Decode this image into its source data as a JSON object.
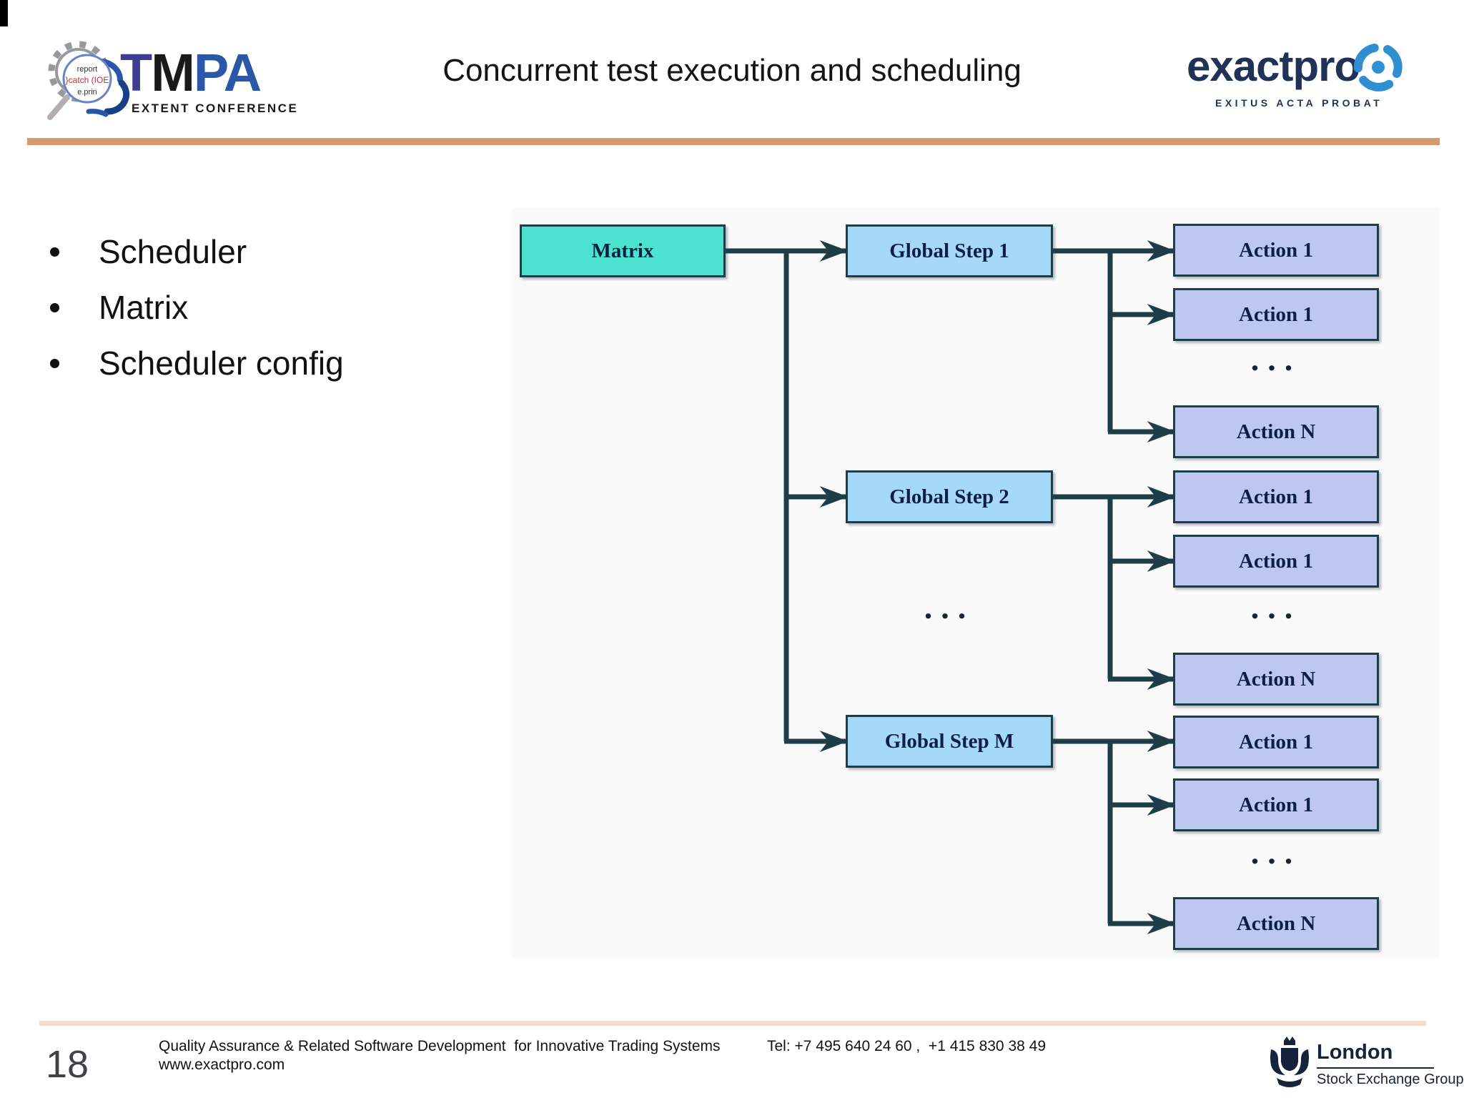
{
  "header": {
    "title": "Concurrent test execution and scheduling",
    "tmpa": {
      "t": "T",
      "m": "M",
      "pa": "PA",
      "subtitle": "EXTENT CONFERENCE",
      "code_lines": [
        "report",
        "}catch (IOE",
        "e.prin"
      ]
    },
    "exactpro": {
      "wordmark": "exactpro",
      "tagline": "EXITUS ACTA PROBAT"
    }
  },
  "bullets": [
    "Scheduler",
    "Matrix",
    "Scheduler config"
  ],
  "diagram": {
    "matrix_label": "Matrix",
    "steps": [
      "Global Step 1",
      "Global Step 2",
      "Global Step M"
    ],
    "steps_ellipsis": "...",
    "groups": [
      {
        "actions": [
          "Action 1",
          "Action 1",
          "Action N"
        ],
        "ellipsis": "..."
      },
      {
        "actions": [
          "Action 1",
          "Action 1",
          "Action N"
        ],
        "ellipsis": "..."
      },
      {
        "actions": [
          "Action 1",
          "Action 1",
          "Action N"
        ],
        "ellipsis": "..."
      }
    ]
  },
  "footer": {
    "page_number": "18",
    "line1": "Quality Assurance & Related Software Development  for Innovative Trading Systems",
    "website": "www.exactpro.com",
    "tel": "Tel: +7 495 640 24 60 ,  +1 415 830 38 49",
    "lse": {
      "line1": "London",
      "line2": "Stock Exchange Group"
    }
  },
  "colors": {
    "accent_divider": "#D69A6D",
    "footer_divider": "#F2DACD",
    "matrix_fill": "#4BE3CF",
    "step_fill": "#A6D9F7",
    "action_fill": "#BDC7F0",
    "connector": "#1F3D47",
    "box_border": "#1D3E46",
    "box_text": "#0D1F44"
  }
}
